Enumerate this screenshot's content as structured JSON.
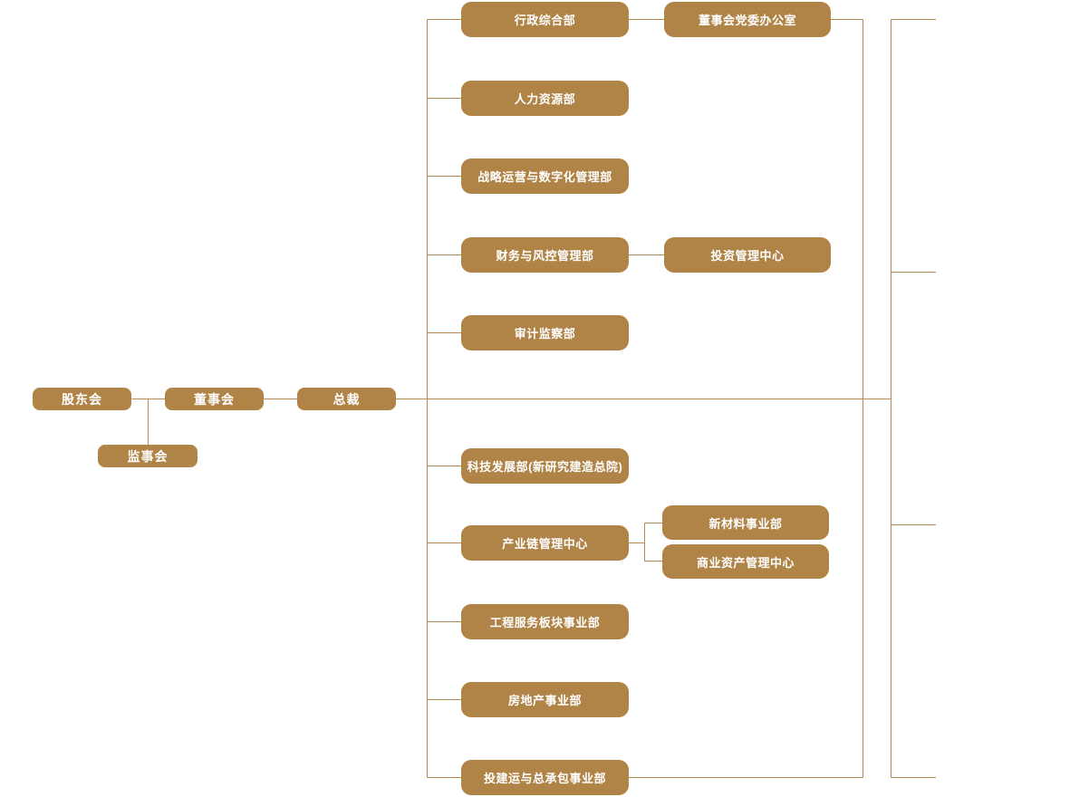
{
  "colors": {
    "node_fill": "#b08347",
    "node_text": "#ffffff",
    "line": "#b48a52",
    "background": "#ffffff"
  },
  "chart": {
    "type": "org-chart",
    "nodes": {
      "shareholders": {
        "label": "股东会"
      },
      "supervisory": {
        "label": "监事会"
      },
      "board": {
        "label": "董事会"
      },
      "president": {
        "label": "总裁"
      },
      "admin": {
        "label": "行政综合部"
      },
      "party_office": {
        "label": "董事会党委办公室"
      },
      "hr": {
        "label": "人力资源部"
      },
      "strategy": {
        "label": "战略运营与数字化管理部"
      },
      "finance": {
        "label": "财务与风控管理部"
      },
      "investment": {
        "label": "投资管理中心"
      },
      "audit": {
        "label": "审计监察部"
      },
      "tech": {
        "label": "科技发展部(新研究建造总院)"
      },
      "industry_chain": {
        "label": "产业链管理中心"
      },
      "new_materials": {
        "label": "新材料事业部"
      },
      "commercial_assets": {
        "label": "商业资产管理中心"
      },
      "engineering": {
        "label": "工程服务板块事业部"
      },
      "real_estate": {
        "label": "房地产事业部"
      },
      "invest_construction": {
        "label": "投建运与总承包事业部"
      }
    },
    "edges": [
      [
        "shareholders",
        "board"
      ],
      [
        "shareholders",
        "supervisory"
      ],
      [
        "board",
        "president"
      ],
      [
        "president",
        "admin"
      ],
      [
        "president",
        "hr"
      ],
      [
        "president",
        "strategy"
      ],
      [
        "president",
        "finance"
      ],
      [
        "president",
        "audit"
      ],
      [
        "president",
        "tech"
      ],
      [
        "president",
        "industry_chain"
      ],
      [
        "president",
        "engineering"
      ],
      [
        "president",
        "real_estate"
      ],
      [
        "president",
        "invest_construction"
      ],
      [
        "admin",
        "party_office"
      ],
      [
        "finance",
        "investment"
      ],
      [
        "industry_chain",
        "new_materials"
      ],
      [
        "industry_chain",
        "commercial_assets"
      ]
    ]
  }
}
